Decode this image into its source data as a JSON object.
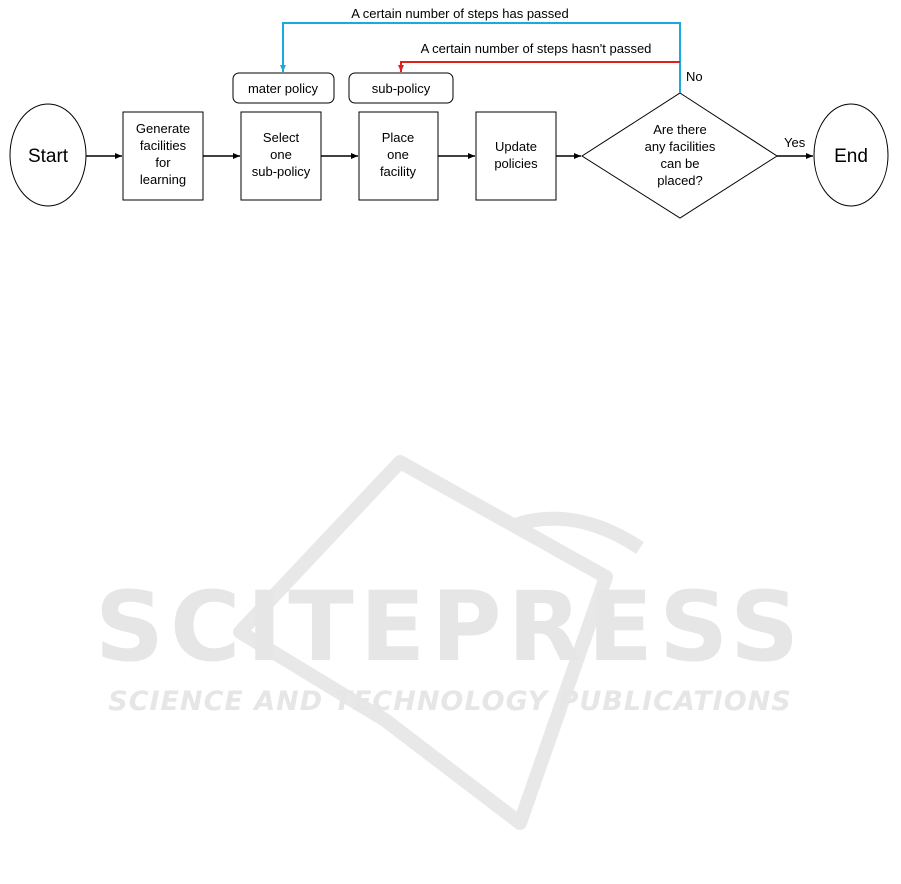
{
  "nodes": {
    "start": "Start",
    "generate": [
      "Generate",
      "facilities",
      "for",
      "learning"
    ],
    "select": [
      "Select",
      "one",
      "sub-policy"
    ],
    "place": [
      "Place",
      "one",
      "facility"
    ],
    "update": [
      "Update",
      "policies"
    ],
    "decision": [
      "Are there",
      "any facilities",
      "can be",
      "placed?"
    ],
    "end": "End",
    "master_policy_tag": "mater policy",
    "sub_policy_tag": "sub-policy"
  },
  "edges": {
    "steps_passed": "A certain number of steps has passed",
    "steps_not_passed": "A certain number of steps hasn't passed",
    "no": "No",
    "yes": "Yes"
  },
  "colors": {
    "steps_passed_line": "#1ea8e0",
    "steps_not_passed_line": "#e02020"
  },
  "watermark": {
    "title": "SCITEPRESS",
    "subtitle": "SCIENCE AND TECHNOLOGY PUBLICATIONS"
  }
}
